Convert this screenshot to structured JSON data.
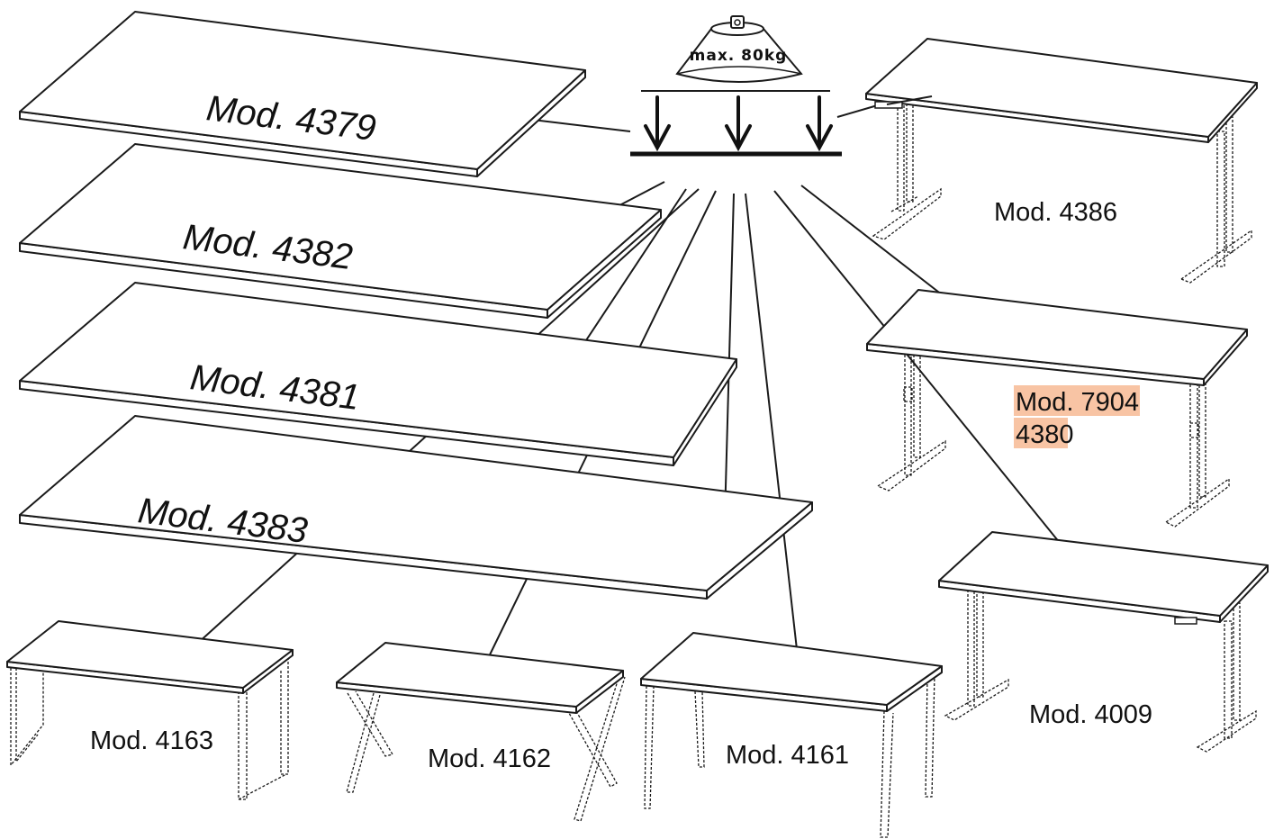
{
  "load": {
    "weight_label": "max. 80kg",
    "icon": "weight-icon"
  },
  "tabletops": [
    {
      "model": "Mod. 4379"
    },
    {
      "model": "Mod. 4382"
    },
    {
      "model": "Mod. 4381"
    },
    {
      "model": "Mod. 4383"
    }
  ],
  "frames": {
    "m4386": "Mod. 4386",
    "m7904_line1": "Mod. 7904",
    "m7904_line2": "4380",
    "m4009": "Mod. 4009",
    "m4163": "Mod. 4163",
    "m4162": "Mod. 4162",
    "m4161": "Mod. 4161"
  },
  "colors": {
    "line": "#1a1a1a",
    "highlight": "#f8c4a4",
    "background": "#ffffff"
  }
}
